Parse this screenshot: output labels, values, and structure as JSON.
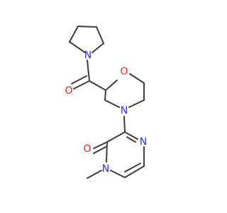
{
  "colors": {
    "bond": "#3d3d3d",
    "N": "#2e2eff",
    "O": "#ff1a1a",
    "C": "#3d3d3d"
  },
  "atoms": [
    {
      "id": "n_pyrrolidine",
      "element": "N",
      "label": "N"
    },
    {
      "id": "o_carbonyl",
      "element": "O",
      "label": "O"
    },
    {
      "id": "o_morpholine",
      "element": "O",
      "label": "O"
    },
    {
      "id": "n_morpholine",
      "element": "N",
      "label": "N"
    },
    {
      "id": "o_pyrazinone",
      "element": "O",
      "label": "O"
    },
    {
      "id": "n_pyrazine",
      "element": "N",
      "label": "N"
    },
    {
      "id": "n_methyl",
      "element": "N",
      "label": "N"
    }
  ]
}
